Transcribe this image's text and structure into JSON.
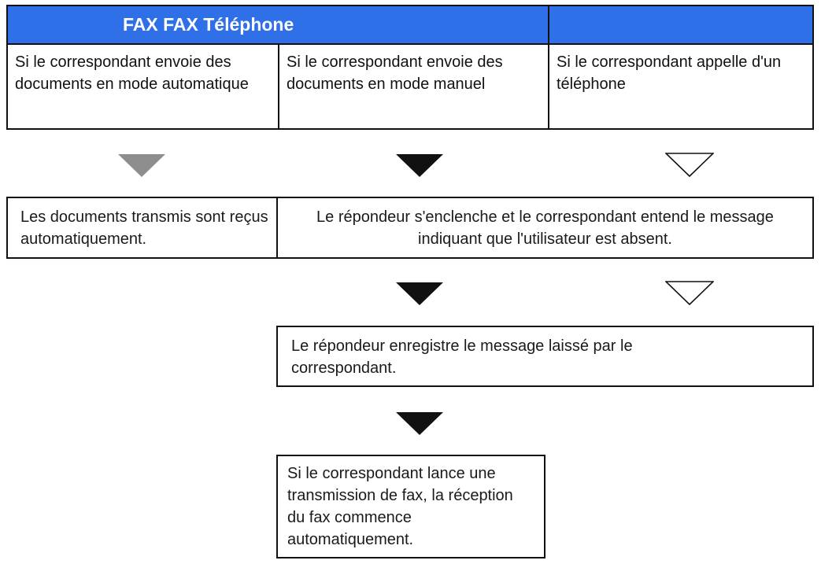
{
  "header": {
    "title": "FAX FAX Téléphone"
  },
  "cases": [
    {
      "label": "Si le correspondant envoie des documents en mode automatique"
    },
    {
      "label": "Si le correspondant envoie des documents en mode manuel"
    },
    {
      "label": "Si le correspondant appelle d'un téléphone"
    }
  ],
  "results": {
    "auto_receive": "Les documents transmis sont reçus automatiquement.",
    "answering_machine": "Le répondeur s'enclenche et le correspondant entend le message indiquant que l'utilisateur est absent.",
    "record_message": "Le répondeur enregistre le message laissé par le correspondant.",
    "fax_start": "Si le correspondant lance une transmission de fax, la réception du fax commence automatiquement."
  },
  "arrow_styles": {
    "automatic": "gray-filled",
    "manual": "black-filled",
    "telephone": "white-outline"
  },
  "colors": {
    "header_blue": "#2f6fe8",
    "arrow_black": "#111111",
    "arrow_gray": "#8e8e8e",
    "border": "#111111"
  }
}
